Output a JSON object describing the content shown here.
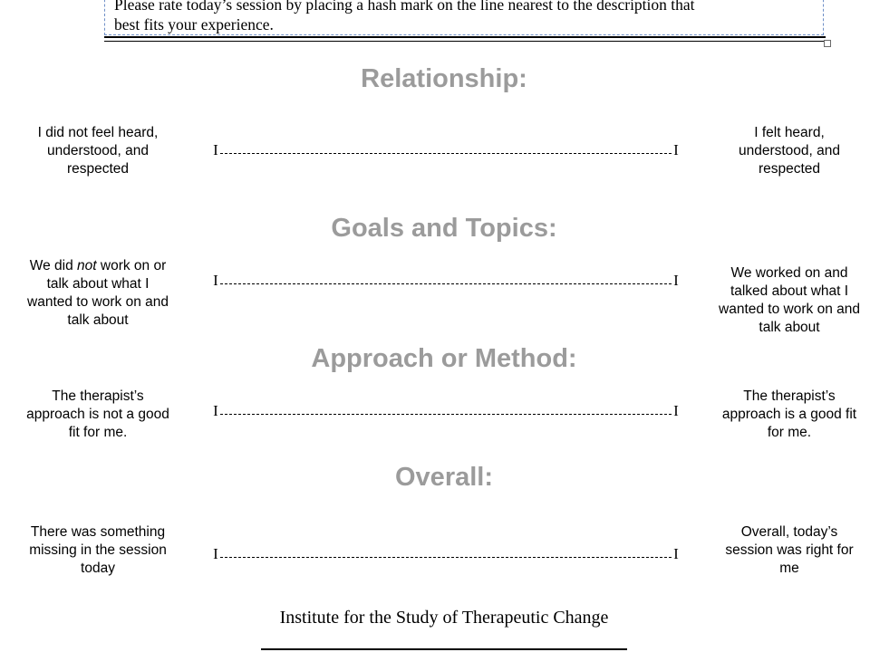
{
  "instructions": {
    "text_line1": "Please rate today’s session by placing a hash mark on the line nearest to the description that",
    "text_line2": "best fits your experience."
  },
  "scales": [
    {
      "heading": "Relationship:",
      "left_label": "I did not feel heard,\nunderstood, and\nrespected",
      "right_label": "I felt heard,\nunderstood, and\nrespected",
      "tick_left": "I",
      "tick_right": "I"
    },
    {
      "heading": "Goals and Topics:",
      "left_label_before": "We did ",
      "left_label_emphasis": "not",
      "left_label_after": " work on or\ntalk about what I\nwanted to work on and\ntalk about",
      "right_label": "We worked on and\ntalked about what I\nwanted to work on and\ntalk about",
      "tick_left": "I",
      "tick_right": "I"
    },
    {
      "heading": "Approach or Method:",
      "left_label": "The therapist’s\napproach is not a good\nfit for me.",
      "right_label": "The therapist’s\napproach is a good fit\nfor me.",
      "tick_left": "I",
      "tick_right": "I"
    },
    {
      "heading": "Overall:",
      "left_label": "There was something\nmissing in the session\ntoday",
      "right_label": "Overall, today’s\nsession was right for\nme",
      "tick_left": "I",
      "tick_right": "I"
    }
  ],
  "footer": {
    "institute": "Institute for the Study of Therapeutic Change"
  },
  "colors": {
    "heading_gray": "#9b9b9b",
    "textbox_border": "#6e8fc7"
  }
}
